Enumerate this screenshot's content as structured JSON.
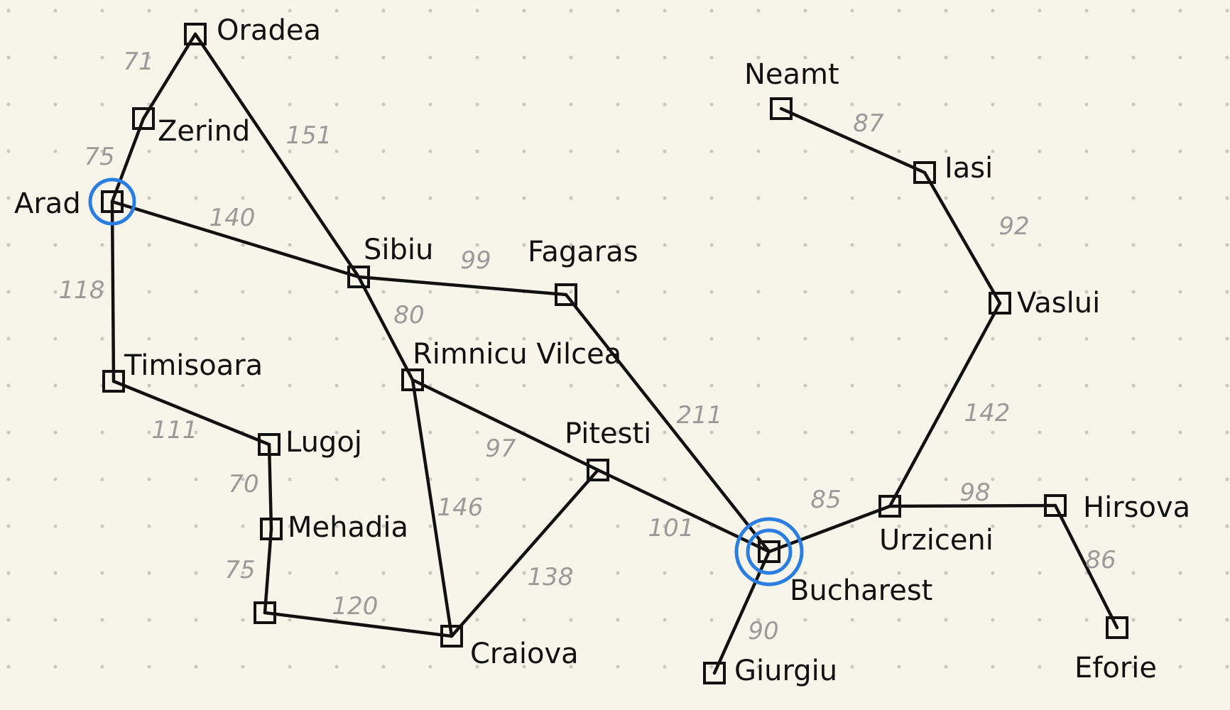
{
  "map": {
    "highlight_color": "#2a7de1",
    "cities": {
      "Oradea": {
        "label": "Oradea"
      },
      "Zerind": {
        "label": "Zerind"
      },
      "Arad": {
        "label": "Arad",
        "highlighted": true
      },
      "Timisoara": {
        "label": "Timisoara"
      },
      "Lugoj": {
        "label": "Lugoj"
      },
      "Mehadia": {
        "label": "Mehadia"
      },
      "Drobeta": {
        "label": ""
      },
      "Sibiu": {
        "label": "Sibiu"
      },
      "Fagaras": {
        "label": "Fagaras"
      },
      "RimnicuVilcea": {
        "label": "Rimnicu Vilcea"
      },
      "Pitesti": {
        "label": "Pitesti"
      },
      "Craiova": {
        "label": "Craiova"
      },
      "Bucharest": {
        "label": "Bucharest",
        "highlighted": true
      },
      "Giurgiu": {
        "label": "Giurgiu"
      },
      "Urziceni": {
        "label": "Urziceni"
      },
      "Hirsova": {
        "label": "Hirsova"
      },
      "Eforie": {
        "label": "Eforie"
      },
      "Vaslui": {
        "label": "Vaslui"
      },
      "Iasi": {
        "label": "Iasi"
      },
      "Neamt": {
        "label": "Neamt"
      }
    },
    "roads": [
      {
        "from": "Oradea",
        "to": "Zerind",
        "distance": "71"
      },
      {
        "from": "Oradea",
        "to": "Sibiu",
        "distance": "151"
      },
      {
        "from": "Zerind",
        "to": "Arad",
        "distance": "75"
      },
      {
        "from": "Arad",
        "to": "Sibiu",
        "distance": "140"
      },
      {
        "from": "Arad",
        "to": "Timisoara",
        "distance": "118"
      },
      {
        "from": "Timisoara",
        "to": "Lugoj",
        "distance": "111"
      },
      {
        "from": "Lugoj",
        "to": "Mehadia",
        "distance": "70"
      },
      {
        "from": "Mehadia",
        "to": "Drobeta",
        "distance": "75"
      },
      {
        "from": "Drobeta",
        "to": "Craiova",
        "distance": "120"
      },
      {
        "from": "Sibiu",
        "to": "Fagaras",
        "distance": "99"
      },
      {
        "from": "Sibiu",
        "to": "RimnicuVilcea",
        "distance": "80"
      },
      {
        "from": "RimnicuVilcea",
        "to": "Pitesti",
        "distance": "97"
      },
      {
        "from": "RimnicuVilcea",
        "to": "Craiova",
        "distance": "146"
      },
      {
        "from": "Craiova",
        "to": "Pitesti",
        "distance": "138"
      },
      {
        "from": "Fagaras",
        "to": "Bucharest",
        "distance": "211"
      },
      {
        "from": "Pitesti",
        "to": "Bucharest",
        "distance": "101"
      },
      {
        "from": "Bucharest",
        "to": "Giurgiu",
        "distance": "90"
      },
      {
        "from": "Bucharest",
        "to": "Urziceni",
        "distance": "85"
      },
      {
        "from": "Urziceni",
        "to": "Hirsova",
        "distance": "98"
      },
      {
        "from": "Hirsova",
        "to": "Eforie",
        "distance": "86"
      },
      {
        "from": "Urziceni",
        "to": "Vaslui",
        "distance": "142"
      },
      {
        "from": "Vaslui",
        "to": "Iasi",
        "distance": "92"
      },
      {
        "from": "Iasi",
        "to": "Neamt",
        "distance": "87"
      }
    ]
  }
}
